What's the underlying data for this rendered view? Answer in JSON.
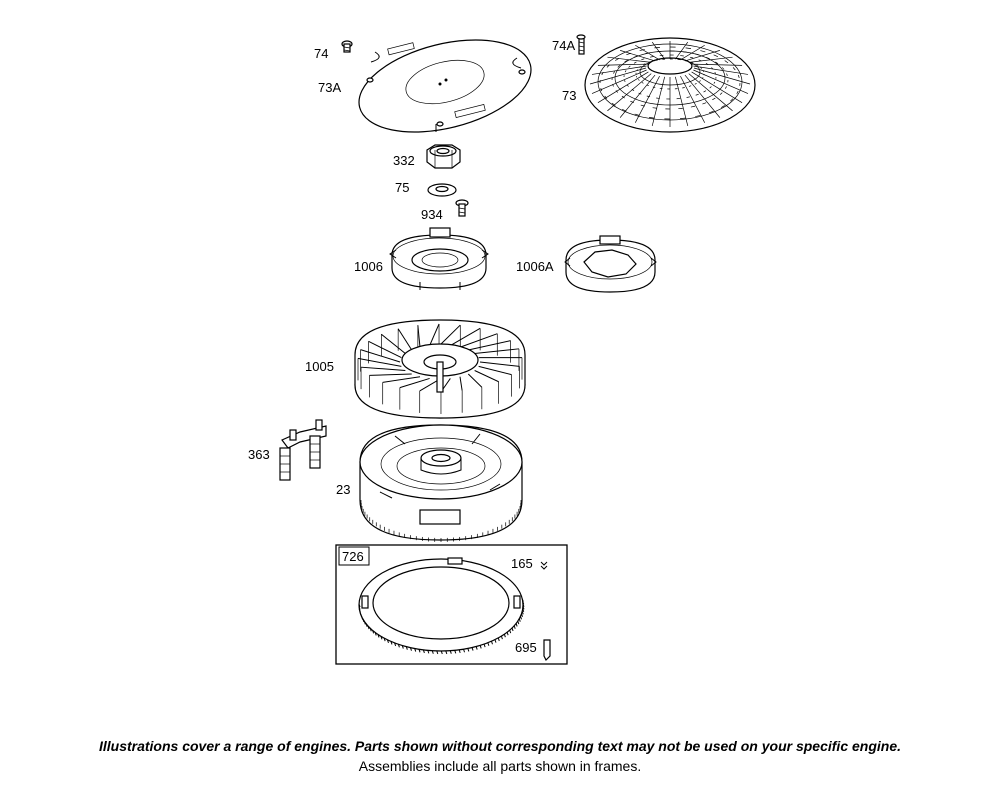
{
  "parts": [
    {
      "id": "p74",
      "label": "74"
    },
    {
      "id": "p73a",
      "label": "73A"
    },
    {
      "id": "p74a",
      "label": "74A"
    },
    {
      "id": "p73",
      "label": "73"
    },
    {
      "id": "p332",
      "label": "332"
    },
    {
      "id": "p75",
      "label": "75"
    },
    {
      "id": "p934",
      "label": "934"
    },
    {
      "id": "p1006",
      "label": "1006"
    },
    {
      "id": "p1006a",
      "label": "1006A"
    },
    {
      "id": "p1005",
      "label": "1005"
    },
    {
      "id": "p363",
      "label": "363"
    },
    {
      "id": "p23",
      "label": "23"
    },
    {
      "id": "p165",
      "label": "165"
    },
    {
      "id": "p695",
      "label": "695"
    }
  ],
  "frame": {
    "label": "726"
  },
  "footer": {
    "disclaimer": "Illustrations cover a range of engines. Parts shown without corresponding text may not be used on your specific engine.",
    "assemblies": "Assemblies include all parts shown in frames."
  }
}
